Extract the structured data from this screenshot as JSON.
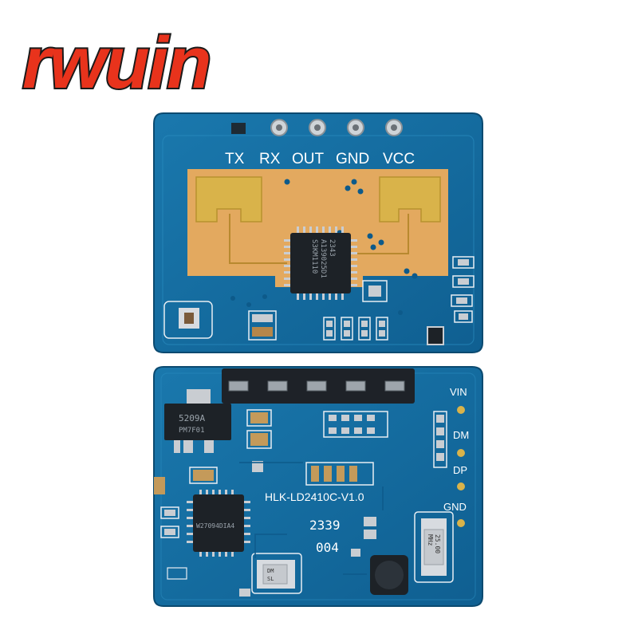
{
  "brand": {
    "logo_text": "rwuin",
    "color": "#e8331c",
    "outline": "#1a1a1a"
  },
  "top_board": {
    "pin_labels": [
      "TX",
      "RX",
      "OUT",
      "GND",
      "VCC"
    ],
    "chip_marking": [
      "S3KM1110",
      "A139025D1",
      "2343"
    ]
  },
  "bottom_board": {
    "model_label": "HLK-LD2410C-V1.0",
    "pad_labels": [
      "VIN",
      "DM",
      "DP",
      "GND"
    ],
    "regulator_marking": [
      "5209A",
      "PM7F01"
    ],
    "mcu_marking": "W27094DIA4",
    "date_code": [
      "2339",
      "004"
    ],
    "crystal_marking": [
      "DM",
      "SL"
    ],
    "crystal2_marking": [
      "25.00",
      "MHz"
    ]
  },
  "colors": {
    "pcb": "#12679a",
    "pcb_dark": "#0c4f78",
    "copper": "#e3a95f",
    "gold": "#d9b34a",
    "solder": "#c9cdd2"
  }
}
